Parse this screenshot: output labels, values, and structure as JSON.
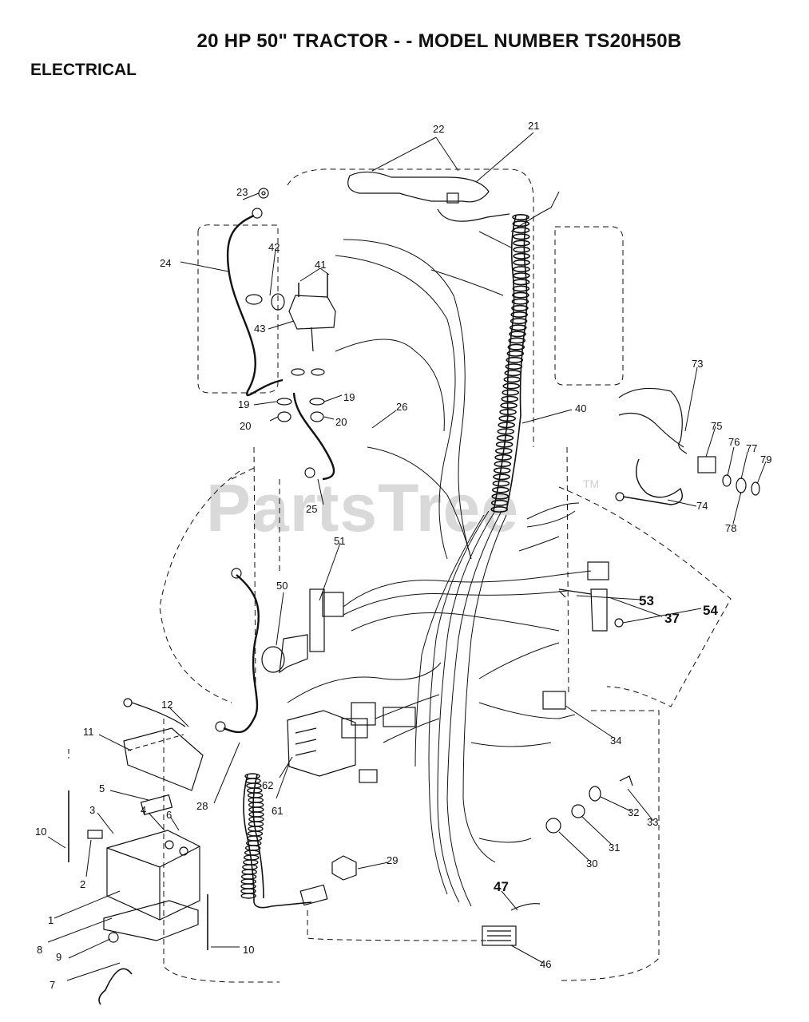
{
  "title": "20 HP 50\" TRACTOR - - MODEL NUMBER TS20H50B",
  "section": "ELECTRICAL",
  "watermark": "PartsTree",
  "trademark": "TM",
  "labels": {
    "p1": "1",
    "p2": "2",
    "p3": "3",
    "p4": "4",
    "p5": "5",
    "p6": "6",
    "p7": "7",
    "p8": "8",
    "p9": "9",
    "p10a": "10",
    "p10b": "10",
    "p11": "11",
    "p12": "12",
    "p19a": "19",
    "p19b": "19",
    "p20a": "20",
    "p20b": "20",
    "p21": "21",
    "p22": "22",
    "p23": "23",
    "p24": "24",
    "p25": "25",
    "p26": "26",
    "p28": "28",
    "p29": "29",
    "p30": "30",
    "p31": "31",
    "p32": "32",
    "p33": "33",
    "p34": "34",
    "p37": "37",
    "p40": "40",
    "p41": "41",
    "p42": "42",
    "p43": "43",
    "p46": "46",
    "p47": "47",
    "p50": "50",
    "p51": "51",
    "p53": "53",
    "p54": "54",
    "p61": "61",
    "p62": "62",
    "p73": "73",
    "p74": "74",
    "p75": "75",
    "p76": "76",
    "p77": "77",
    "p78": "78",
    "p79": "79"
  }
}
